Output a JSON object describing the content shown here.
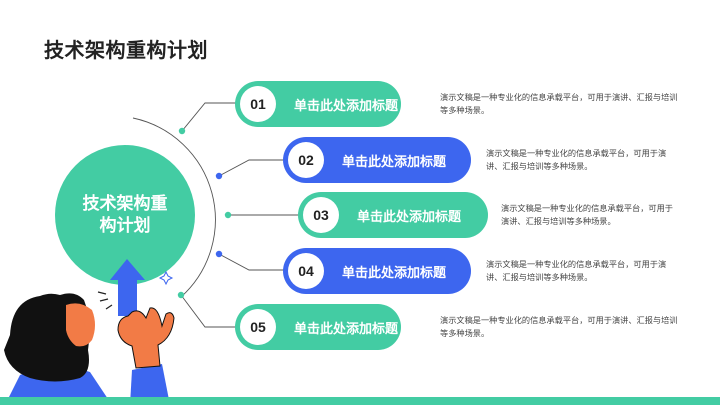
{
  "page": {
    "title": "技术架构重构计划"
  },
  "center": {
    "label": "技术架构重构计划",
    "color": "#43CCA3"
  },
  "colors": {
    "green": "#43CCA3",
    "blue": "#3D66EF",
    "line": "#555555",
    "bottom_bar": "#43CCA3"
  },
  "items": [
    {
      "num": "01",
      "title": "单击此处添加标题",
      "desc": "演示文稿是一种专业化的信息承载平台，可用于演讲、汇报与培训等多种场景。",
      "color": "green"
    },
    {
      "num": "02",
      "title": "单击此处添加标题",
      "desc": "演示文稿是一种专业化的信息承载平台，可用于演讲、汇报与培训等多种场景。",
      "color": "blue"
    },
    {
      "num": "03",
      "title": "单击此处添加标题",
      "desc": "演示文稿是一种专业化的信息承载平台，可用于演讲、汇报与培训等多种场景。",
      "color": "green"
    },
    {
      "num": "04",
      "title": "单击此处添加标题",
      "desc": "演示文稿是一种专业化的信息承载平台，可用于演讲、汇报与培训等多种场景。",
      "color": "blue"
    },
    {
      "num": "05",
      "title": "单击此处添加标题",
      "desc": "演示文稿是一种专业化的信息承载平台，可用于演讲、汇报与培训等多种场景。",
      "color": "green"
    }
  ],
  "illustration": {
    "subject": "person-holding-up-arrow"
  }
}
